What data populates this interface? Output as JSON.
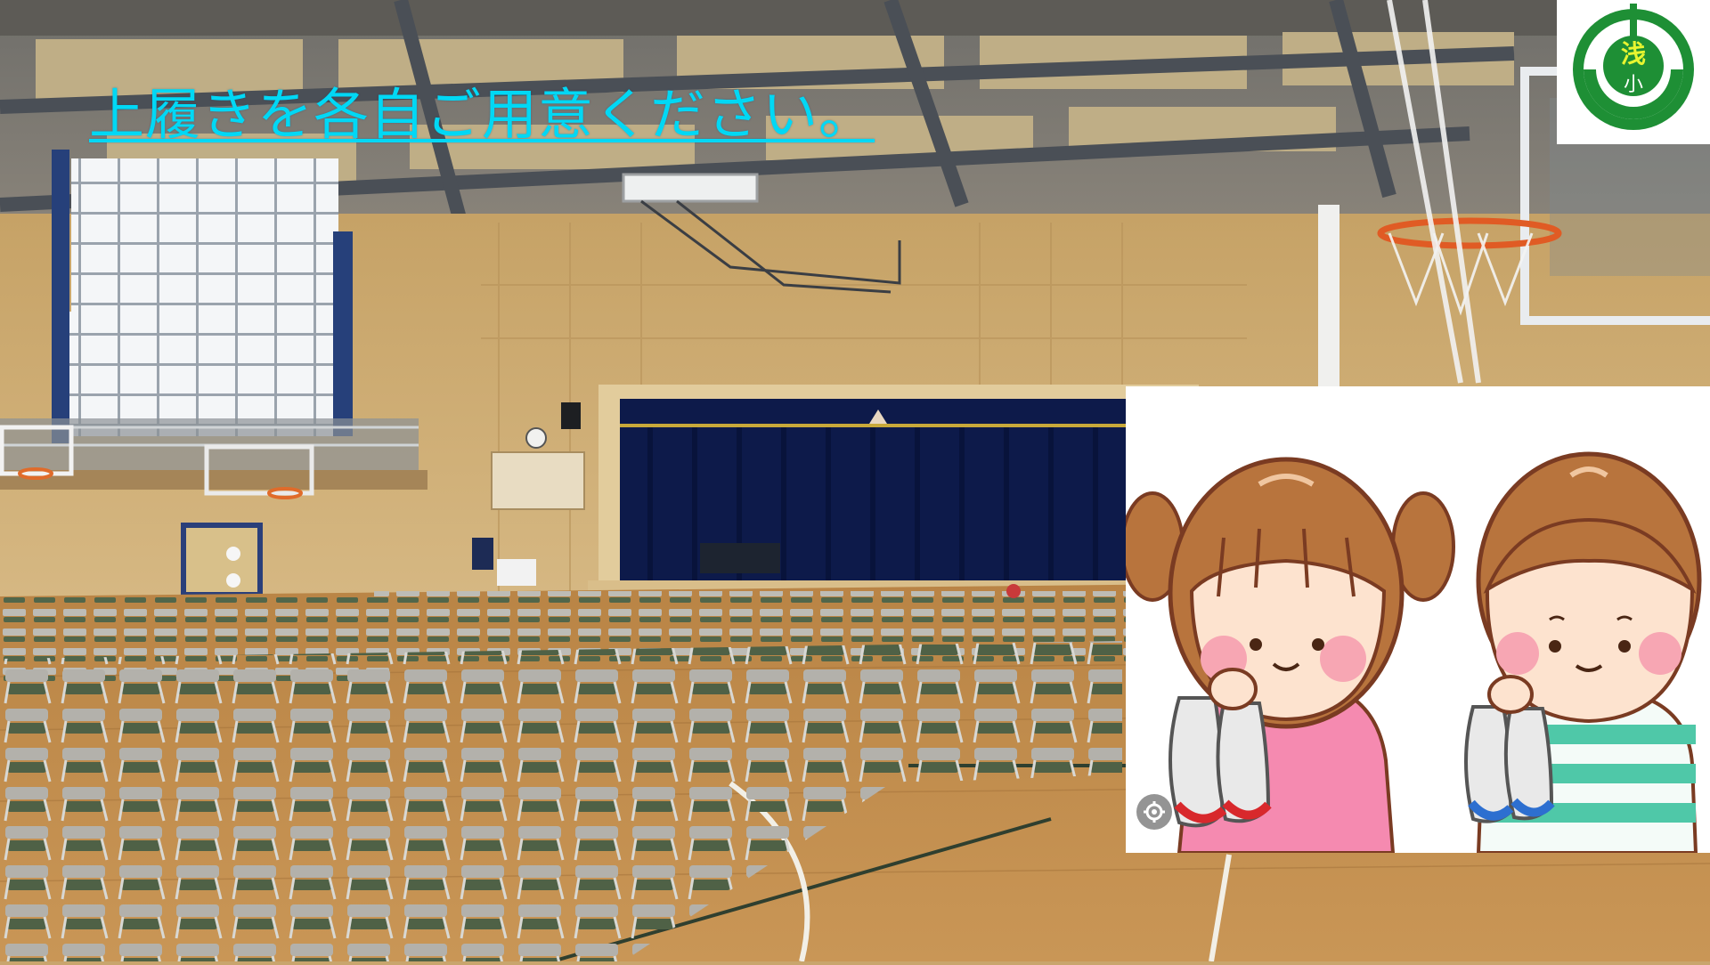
{
  "slide": {
    "headline": "上履きを各自ご用意ください。",
    "headline_color": "#00d8f5"
  },
  "background": {
    "subject": "school-gymnasium-with-folding-chairs-and-stage",
    "floor_color": "#c48f4e",
    "wall_color": "#cfae78",
    "curtain_color": "#0d1a4a",
    "chair_seat_color": "#4f6146"
  },
  "emblem": {
    "icon": "school-emblem-icon",
    "primary_color": "#1e8f35",
    "character": "浅",
    "sub_character": "小"
  },
  "illustration": {
    "icon": "children-holding-indoor-shoes-icon",
    "girl_shirt_color": "#f58ab0",
    "boy_shirt_color": "#4fc8a8",
    "hair_color": "#b8743d"
  },
  "image_control": {
    "icon": "gear-icon"
  }
}
